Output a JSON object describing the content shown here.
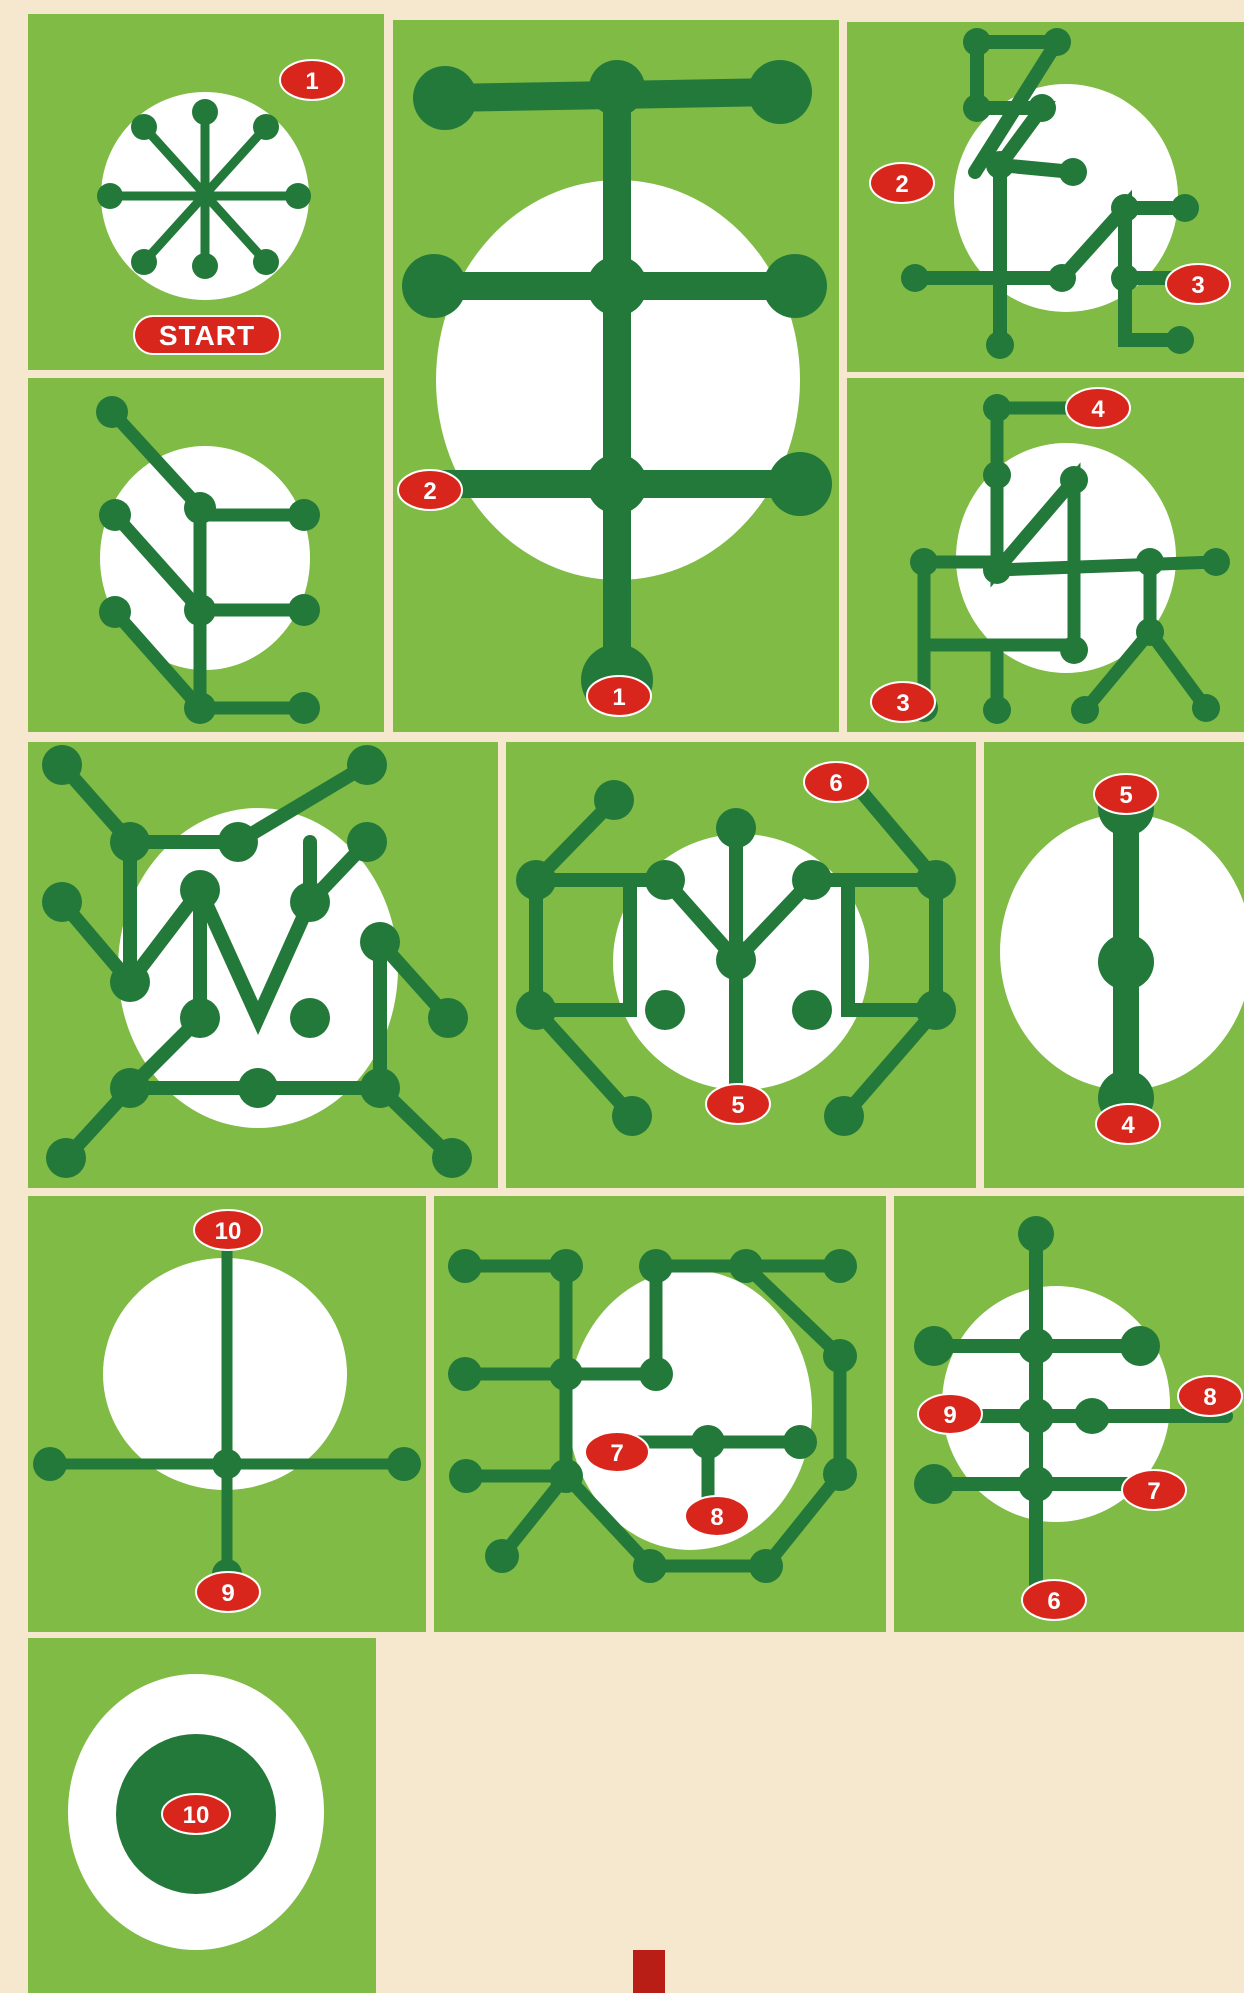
{
  "title": "",
  "start_label": "START",
  "colors": {
    "background": "#f6e8cf",
    "panel": "#7fbb45",
    "spot": "#ffffff",
    "path": "#23793a",
    "badge": "#d9261c"
  },
  "panels": [
    {
      "id": "start",
      "shape": "asterisk-in-circle",
      "badges": [
        "1"
      ],
      "has_start": true
    },
    {
      "id": "double-cross",
      "shape": "vertical-bar-with-three-crossbars",
      "badges": [
        "2",
        "1"
      ]
    },
    {
      "id": "zigzag-maze-a",
      "shape": "branching-path",
      "badges": [
        "2",
        "3"
      ]
    },
    {
      "id": "leaf",
      "shape": "spine-with-diagonal-branches",
      "badges": []
    },
    {
      "id": "zigzag-maze-b",
      "shape": "branching-path",
      "badges": [
        "4",
        "3"
      ]
    },
    {
      "id": "web",
      "shape": "crossing-zigzag-web",
      "badges": []
    },
    {
      "id": "arch",
      "shape": "double-arch-with-center-stem",
      "badges": [
        "6",
        "5"
      ]
    },
    {
      "id": "bar",
      "shape": "vertical-bar",
      "badges": [
        "5",
        "4"
      ]
    },
    {
      "id": "plus",
      "shape": "plus-sign",
      "badges": [
        "10",
        "9"
      ]
    },
    {
      "id": "hook",
      "shape": "branching-hook",
      "badges": [
        "7",
        "8"
      ]
    },
    {
      "id": "comb",
      "shape": "vertical-bar-with-crossbars",
      "badges": [
        "9",
        "8",
        "7",
        "6"
      ]
    },
    {
      "id": "target",
      "shape": "bullseye",
      "badges": [
        "10"
      ]
    }
  ]
}
